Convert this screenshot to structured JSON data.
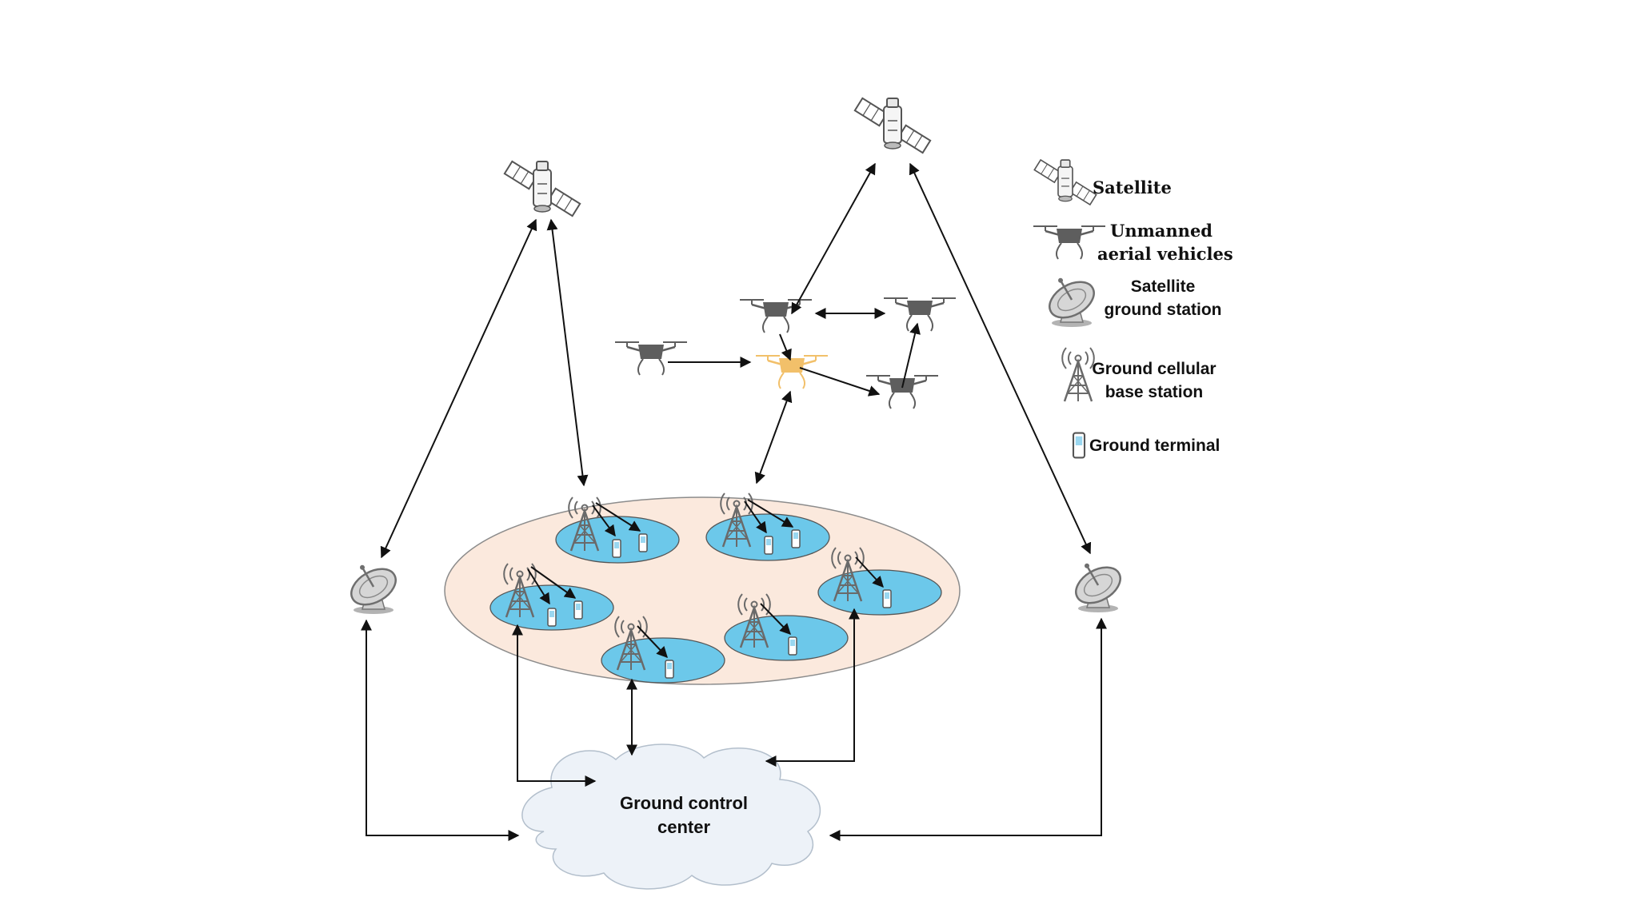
{
  "legend": {
    "satellite": "Satellite",
    "uav_line1": "Unmanned",
    "uav_line2": "aerial vehicles",
    "ground_station_line1": "Satellite",
    "ground_station_line2": "ground station",
    "cellular_line1": "Ground cellular",
    "cellular_line2": "base station",
    "terminal": "Ground terminal"
  },
  "control_center": {
    "line1": "Ground control",
    "line2": "center"
  },
  "colors": {
    "region_fill": "#fbe9dd",
    "cell_fill": "#6cc8ea",
    "cloud_fill": "#edf2f8",
    "uav_gray": "#5e5e5e",
    "uav_highlight": "#f2c06a",
    "tower": "#6a6a6a",
    "terminal_blue": "#9ad7f0"
  },
  "icons": {
    "satellite": "satellite-icon",
    "uav": "drone-icon",
    "ground_station": "satellite-dish-icon",
    "cellular": "cell-tower-icon",
    "terminal": "phone-icon"
  }
}
